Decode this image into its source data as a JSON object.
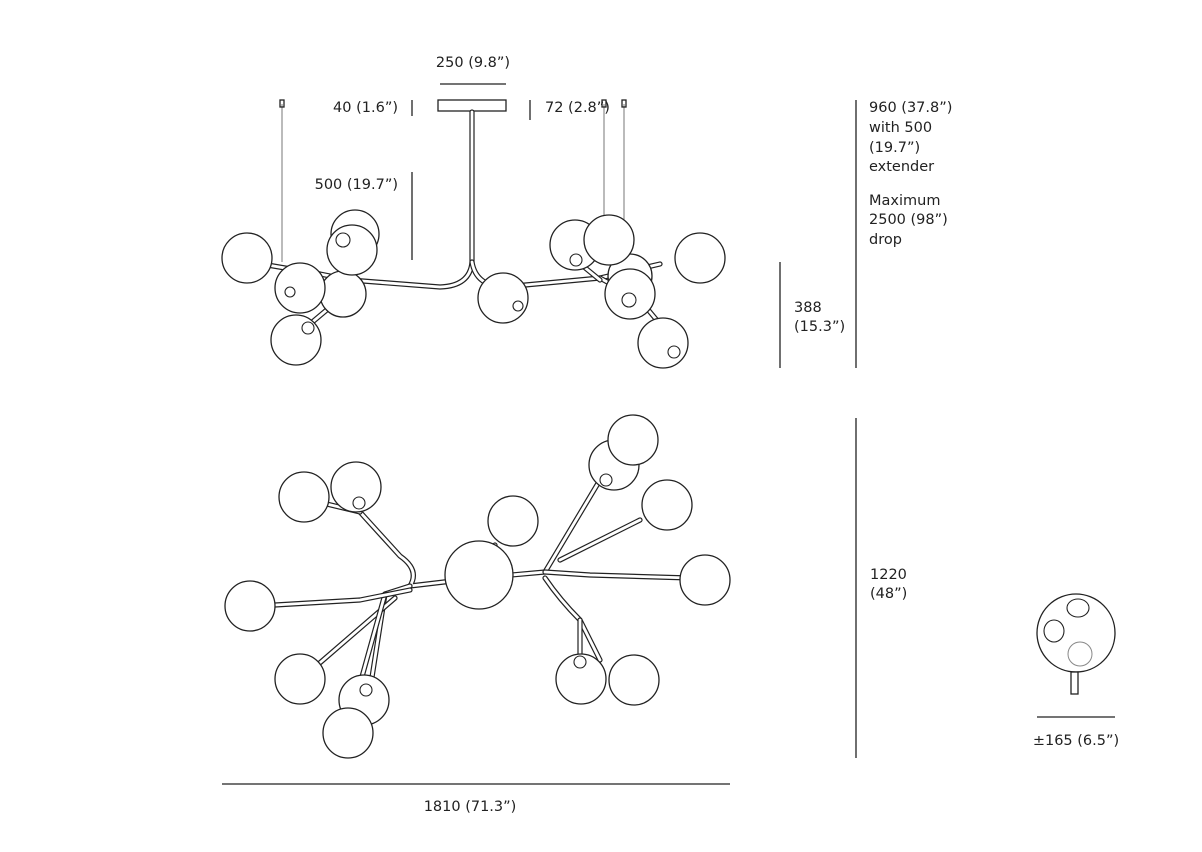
{
  "labels": {
    "canopy_width": "250 (9.8”)",
    "canopy_height": "40 (1.6”)",
    "canopy_offset": "72 (2.8”)",
    "stem_length": "500 (19.7”)",
    "overall_height_l1": "960 (37.8”)",
    "overall_height_l2": "with 500",
    "overall_height_l3": "(19.7”)",
    "overall_height_l4": "extender",
    "max_drop_l1": "Maximum",
    "max_drop_l2": "2500 (98”)",
    "max_drop_l3": "drop",
    "body_height_l1": "388",
    "body_height_l2": "(15.3”)",
    "depth_l1": "1220",
    "depth_l2": "(48”)",
    "overall_width": "1810 (71.3”)",
    "globe_diameter": "±165 (6.5”)"
  }
}
